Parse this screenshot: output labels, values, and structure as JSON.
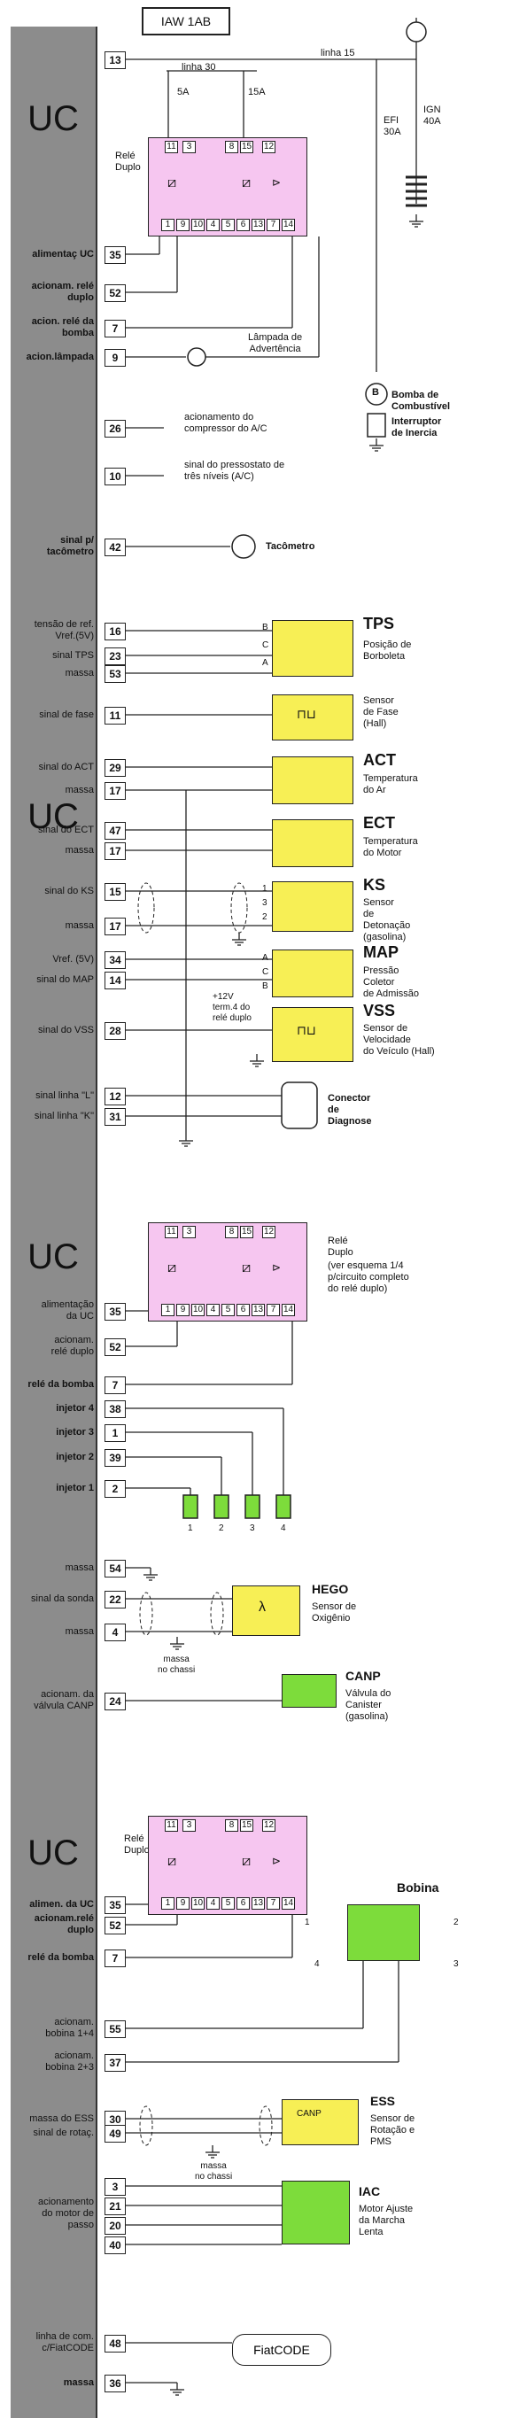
{
  "header": {
    "title": "IAW 1AB",
    "uc": "UC"
  },
  "lines": {
    "linha15": "linha 15",
    "linha30": "linha 30"
  },
  "fuses": {
    "f5": "5A",
    "f15": "15A",
    "efi": "EFI",
    "efi_a": "30A",
    "ign": "IGN",
    "ign_a": "40A"
  },
  "relay1": {
    "title1": "Relé",
    "title2": "Duplo",
    "top_pins": [
      "11",
      "3",
      "8",
      "15",
      "12"
    ],
    "bottom_pins": [
      "1",
      "9",
      "10",
      "4",
      "5",
      "6",
      "13",
      "7",
      "14"
    ]
  },
  "relay2": {
    "title1": "Relé",
    "title2": "Duplo",
    "note1": "(ver esquema 1/4",
    "note2": "p/circuito completo",
    "note3": "do relé duplo)",
    "top_pins": [
      "11",
      "3",
      "8",
      "15",
      "12"
    ],
    "bottom_pins": [
      "1",
      "9",
      "10",
      "4",
      "5",
      "6",
      "13",
      "7",
      "14"
    ]
  },
  "relay3": {
    "title1": "Relé",
    "title2": "Duplo",
    "top_pins": [
      "11",
      "3",
      "8",
      "15",
      "12"
    ],
    "bottom_pins": [
      "1",
      "9",
      "10",
      "4",
      "5",
      "6",
      "13",
      "7",
      "14"
    ]
  },
  "section1": {
    "pins": [
      {
        "num": "13",
        "label": ""
      },
      {
        "num": "35",
        "label": "alimentaç UC"
      },
      {
        "num": "52",
        "label": "acionam. relé|duplo"
      },
      {
        "num": "7",
        "label": "acion. relé da|bomba"
      },
      {
        "num": "9",
        "label": "acion.lâmpada"
      },
      {
        "num": "26",
        "label": ""
      },
      {
        "num": "10",
        "label": ""
      },
      {
        "num": "42",
        "label": "sinal p/|tacômetro"
      }
    ],
    "lamp": "Lâmpada de|Advertência",
    "ac_comp": "acionamento do|compressor do A/C",
    "ac_press": "sinal do pressostato de|três níveis (A/C)",
    "pump": "Bomba de|Combustível",
    "inertia": "Interruptor|de Inercia",
    "tacho": "Tacômetro"
  },
  "section2": {
    "pins": [
      {
        "num": "16",
        "label": "tensão de ref.|Vref.(5V)"
      },
      {
        "num": "23",
        "label": "sinal TPS"
      },
      {
        "num": "53",
        "label": "massa"
      },
      {
        "num": "11",
        "label": "sinal de fase"
      },
      {
        "num": "29",
        "label": "sinal do ACT"
      },
      {
        "num": "17",
        "label": "massa"
      },
      {
        "num": "47",
        "label": "sinal do ECT"
      },
      {
        "num": "17",
        "label": "massa"
      },
      {
        "num": "15",
        "label": "sinal do KS"
      },
      {
        "num": "17",
        "label": "massa"
      },
      {
        "num": "34",
        "label": "Vref. (5V)"
      },
      {
        "num": "14",
        "label": "sinal do MAP"
      },
      {
        "num": "28",
        "label": "sinal do VSS"
      },
      {
        "num": "12",
        "label": "sinal linha \"L\""
      },
      {
        "num": "31",
        "label": "sinal linha \"K\""
      }
    ],
    "tps": {
      "name": "TPS",
      "desc": "Posição de|Borboleta",
      "pins": [
        "B",
        "C",
        "A"
      ]
    },
    "hall": {
      "desc": "Sensor|de Fase|(Hall)"
    },
    "act": {
      "name": "ACT",
      "desc": "Temperatura|do Ar"
    },
    "ect": {
      "name": "ECT",
      "desc": "Temperatura|do Motor"
    },
    "ks": {
      "name": "KS",
      "desc": "Sensor|de|Detonação|(gasolina)",
      "pins": [
        "1",
        "3",
        "2"
      ]
    },
    "map": {
      "name": "MAP",
      "desc": "Pressão|Coletor|de Admissão",
      "pins": [
        "A",
        "C",
        "B"
      ]
    },
    "vss": {
      "name": "VSS",
      "desc": "Sensor de|Velocidade|do Veículo (Hall)",
      "supply": "+12V|term.4 do|relé duplo"
    },
    "diag": {
      "desc": "Conector|de|Diagnose"
    }
  },
  "section3": {
    "pins": [
      {
        "num": "35",
        "label": "alimentação|da UC"
      },
      {
        "num": "52",
        "label": "acionam.|relé duplo"
      },
      {
        "num": "7",
        "label": "relé da bomba"
      },
      {
        "num": "38",
        "label": "injetor 4"
      },
      {
        "num": "1",
        "label": "injetor 3"
      },
      {
        "num": "39",
        "label": "injetor 2"
      },
      {
        "num": "2",
        "label": "injetor 1"
      },
      {
        "num": "54",
        "label": "massa"
      },
      {
        "num": "22",
        "label": "sinal da sonda"
      },
      {
        "num": "4",
        "label": "massa"
      },
      {
        "num": "24",
        "label": "acionam. da|válvula CANP"
      }
    ],
    "injector_nums": [
      "1",
      "2",
      "3",
      "4"
    ],
    "hego": {
      "name": "HEGO",
      "desc": "Sensor de|Oxigênio"
    },
    "chassis": "massa|no chassi",
    "canp": {
      "name": "CANP",
      "desc": "Válvula do|Canister|(gasolina)"
    }
  },
  "section4": {
    "pins": [
      {
        "num": "35",
        "label": "alimen. da UC"
      },
      {
        "num": "52",
        "label": "acionam.relé|duplo"
      },
      {
        "num": "7",
        "label": "relé da bomba"
      },
      {
        "num": "55",
        "label": "acionam.|bobina 1+4"
      },
      {
        "num": "37",
        "label": "acionam.|bobina 2+3"
      },
      {
        "num": "30",
        "label": "massa do ESS"
      },
      {
        "num": "49",
        "label": "sinal de rotaç."
      },
      {
        "num": "3",
        "label": ""
      },
      {
        "num": "21",
        "label": ""
      },
      {
        "num": "20",
        "label": ""
      },
      {
        "num": "40",
        "label": ""
      },
      {
        "num": "48",
        "label": "linha de com.|c/FiatCODE"
      },
      {
        "num": "36",
        "label": "massa"
      }
    ],
    "bobina": {
      "name": "Bobina",
      "nums": [
        "1",
        "2",
        "4",
        "3"
      ]
    },
    "ess": {
      "name": "ESS",
      "desc": "Sensor de|Rotação e|PMS"
    },
    "chassis": "massa|no chassi",
    "iac_label": "acionamento|do motor de|passo",
    "iac": {
      "name": "IAC",
      "desc": "Motor Ajuste|da Marcha|Lenta"
    },
    "fiat": "FiatCODE"
  }
}
